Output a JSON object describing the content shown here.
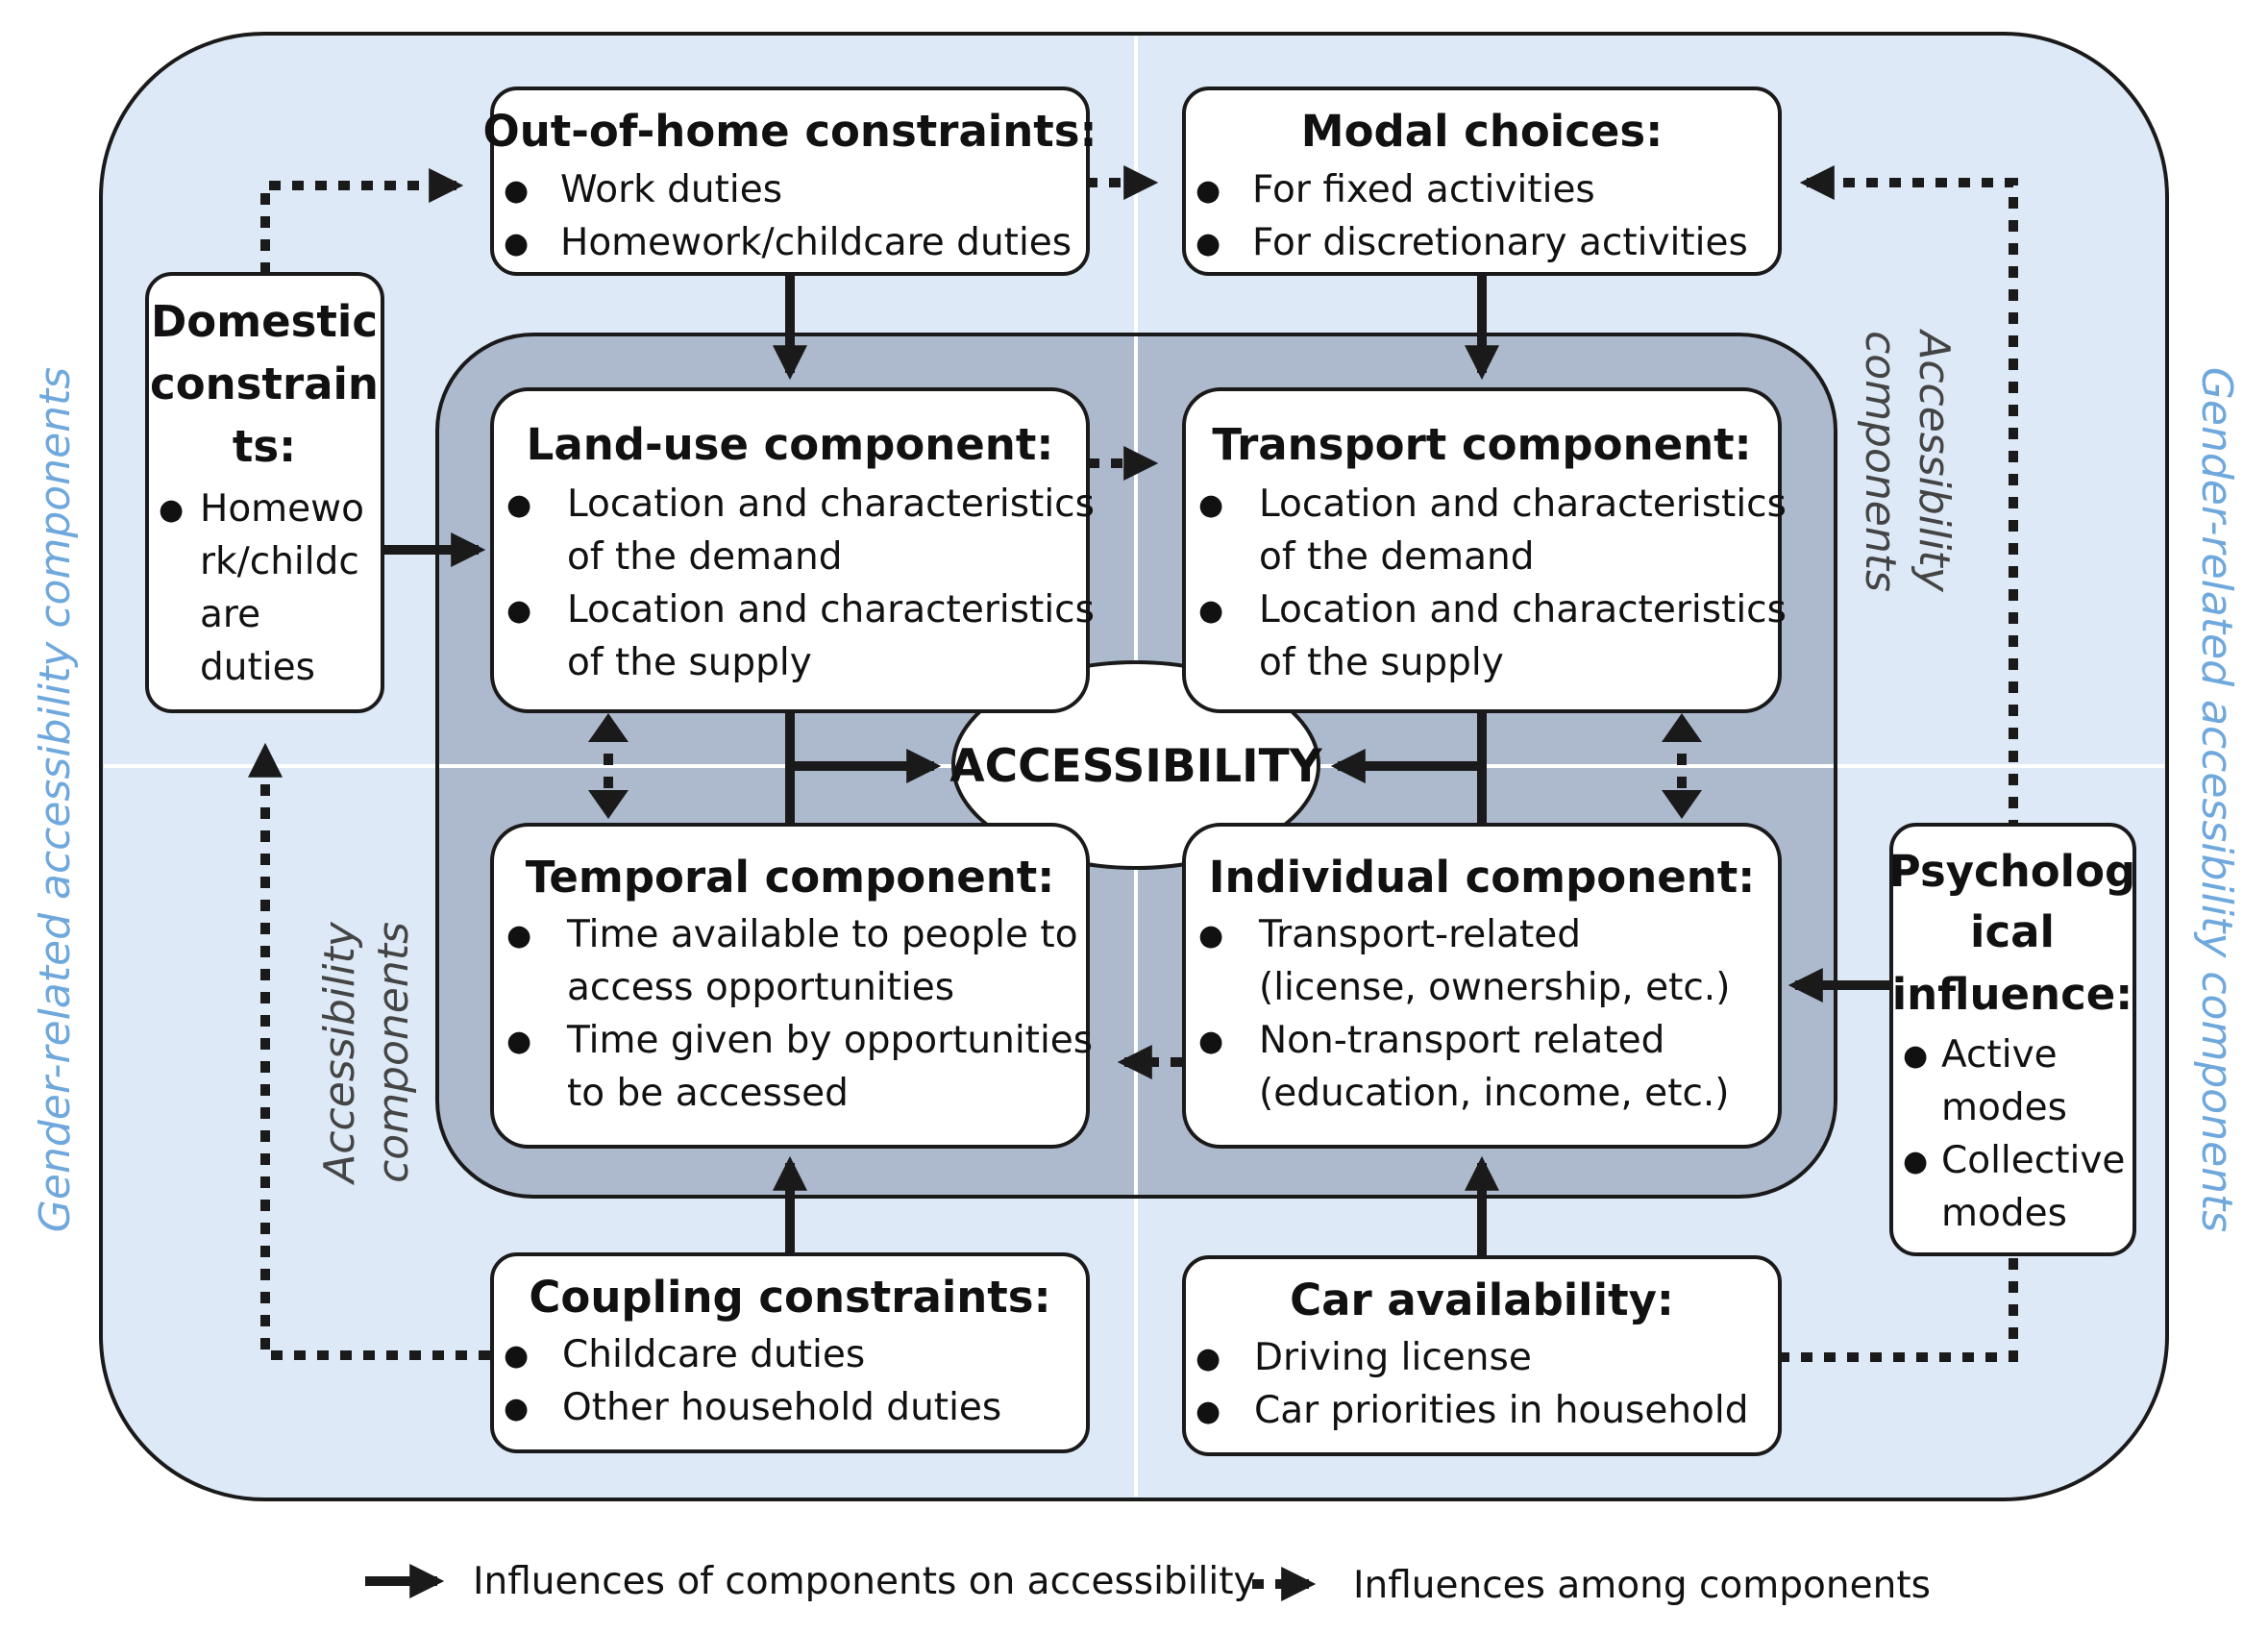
{
  "colors": {
    "outer_fill": "#dde9f6",
    "inner_fill": "#adb9cc",
    "box_fill": "#ffffff",
    "stroke": "#1a1a1a",
    "divider": "#ffffff",
    "outer_label": "#6fa8dc",
    "inner_label": "#444444"
  },
  "diagram": {
    "outer_label_left": "Gender-related accessibility components",
    "outer_label_right": "Gender-related accessibility components",
    "inner_label_left": [
      "Accessibility",
      "components"
    ],
    "inner_label_right": [
      "Accessibility",
      "components"
    ],
    "center": "ACCESSIBILITY",
    "boxes": {
      "out_of_home": {
        "title": "Out-of-home constraints:",
        "items": [
          "Work duties",
          "Homework/childcare duties"
        ]
      },
      "modal": {
        "title": "Modal choices:",
        "items": [
          "For fixed activities",
          "For discretionary activities"
        ]
      },
      "domestic": {
        "title_lines": [
          "Domestic",
          "constrain",
          "ts:"
        ],
        "item_lines": [
          "Homewo",
          "rk/childc",
          "are",
          "duties"
        ]
      },
      "land_use": {
        "title": "Land-use component:",
        "items": [
          [
            "Location and characteristics",
            "of the demand"
          ],
          [
            "Location and characteristics",
            "of the supply"
          ]
        ]
      },
      "transport": {
        "title": "Transport component:",
        "items": [
          [
            "Location and characteristics",
            "of the demand"
          ],
          [
            "Location and characteristics",
            "of the supply"
          ]
        ]
      },
      "temporal": {
        "title": "Temporal component:",
        "items": [
          [
            "Time available to people to",
            "access opportunities"
          ],
          [
            "Time given by opportunities",
            "to be accessed"
          ]
        ]
      },
      "individual": {
        "title": "Individual component:",
        "items": [
          [
            "Transport-related",
            "(license, ownership, etc.)"
          ],
          [
            "Non-transport related",
            "(education, income, etc.)"
          ]
        ]
      },
      "psych": {
        "title_lines": [
          "Psycholog",
          "ical",
          "influence:"
        ],
        "items": [
          [
            "Active",
            "modes"
          ],
          [
            "Collective",
            "modes"
          ]
        ]
      },
      "coupling": {
        "title": "Coupling constraints:",
        "items": [
          "Childcare duties",
          "Other household duties"
        ]
      },
      "car": {
        "title": "Car availability:",
        "items": [
          "Driving license",
          "Car priorities in household"
        ]
      }
    }
  },
  "legend": {
    "solid": "Influences of components on accessibility",
    "dotted": "Influences among components"
  }
}
